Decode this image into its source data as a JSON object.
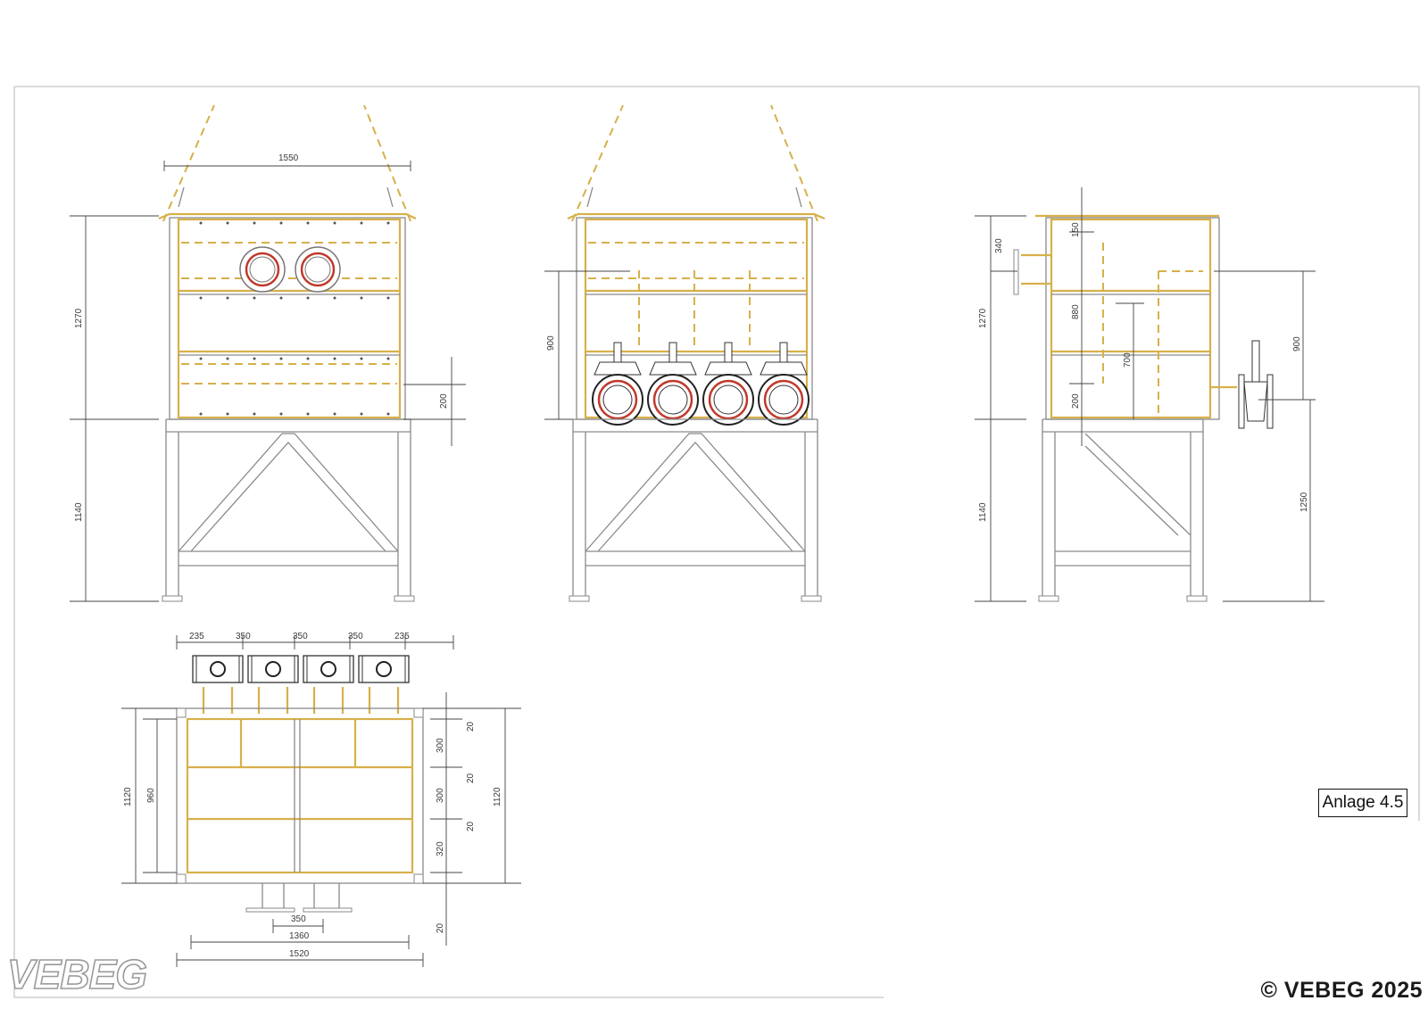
{
  "dimensions": {
    "front_width": "1550",
    "front_height_upper": "1270",
    "front_height_lower": "1140",
    "front_right": "200",
    "mid_height": "900",
    "side_left_top": "340",
    "side_left_mid": "1270",
    "side_left_low": "1140",
    "side_inner_150": "150",
    "side_inner_880": "880",
    "side_inner_200": "200",
    "side_inner_700": "700",
    "side_right_900": "900",
    "side_right_1250": "1250",
    "plan_top": [
      "235",
      "350",
      "350",
      "350",
      "235"
    ],
    "plan_left_outer": "1120",
    "plan_left_inner": "960",
    "plan_right_outer": "1120",
    "plan_right_stack": [
      "300",
      "300",
      "320"
    ],
    "plan_right_small": [
      "20",
      "20",
      "20",
      "20"
    ],
    "plan_bottom_350": "350",
    "plan_bottom_1360": "1360",
    "plan_bottom_1520": "1520"
  },
  "annex_label": "Anlage 4.5",
  "copyright": "© VEBEG 2025",
  "logo_text": "VEBEG"
}
